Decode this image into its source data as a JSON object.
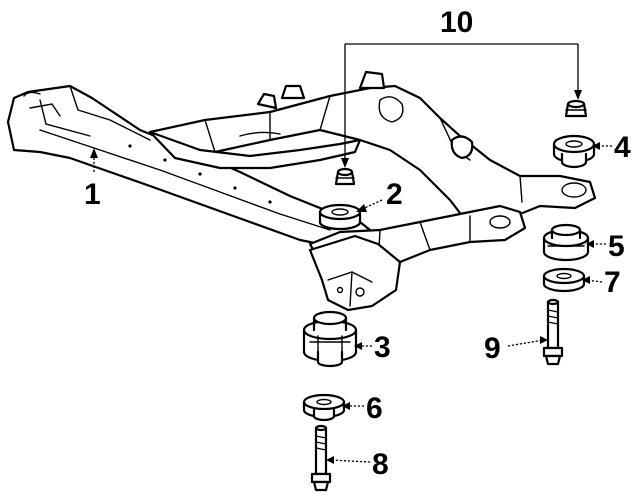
{
  "callouts": {
    "c1": "1",
    "c2": "2",
    "c3": "3",
    "c4": "4",
    "c5": "5",
    "c6": "6",
    "c7": "7",
    "c8": "8",
    "c9": "9",
    "c10": "10"
  },
  "colors": {
    "ink": "#000000",
    "paper": "#ffffff"
  }
}
